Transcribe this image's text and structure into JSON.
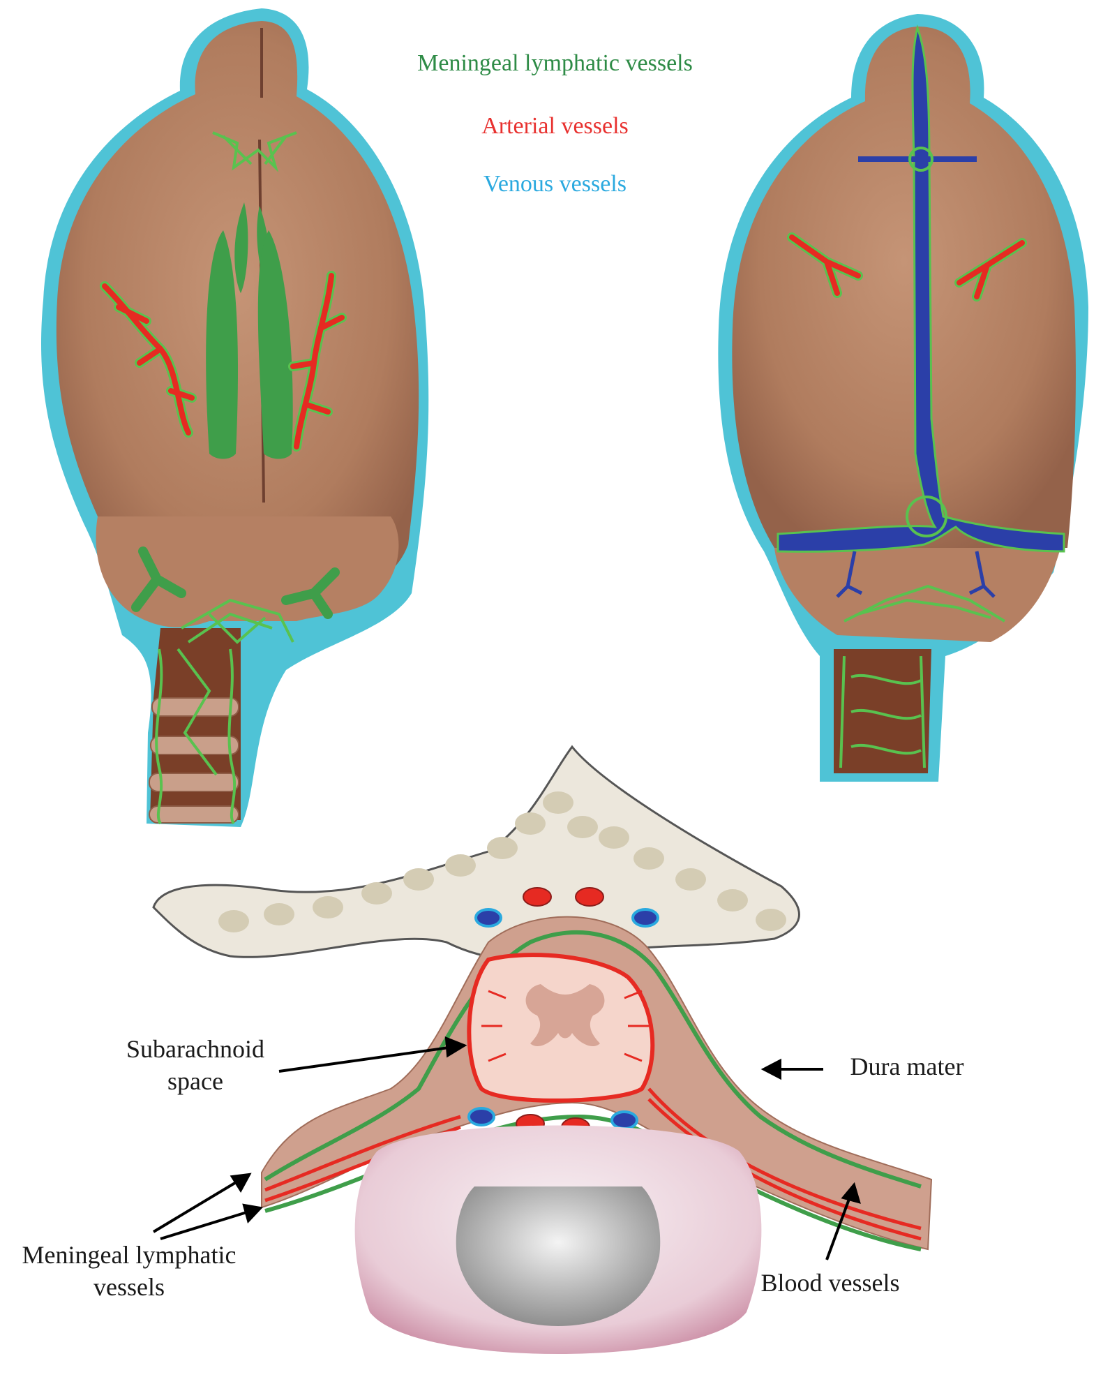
{
  "legend": {
    "lymphatic": {
      "text": "Meningeal lymphatic vessels",
      "color": "#2e8b46"
    },
    "arterial": {
      "text": "Arterial vessels",
      "color": "#e8312f"
    },
    "venous": {
      "text": "Venous vessels",
      "color": "#2aa9df"
    }
  },
  "annotations": {
    "subarachnoid": {
      "line1": "Subarachnoid",
      "line2": "space"
    },
    "dura": "Dura mater",
    "meningeal": {
      "line1": "Meningeal lymphatic",
      "line2": "vessels"
    },
    "blood": "Blood vessels"
  },
  "colors": {
    "brain": "#b88466",
    "brain_dark": "#9a6a52",
    "meninges_outline": "#4fc3d6",
    "lymph_green": "#3f9e4a",
    "lymph_light": "#59c24f",
    "artery_red": "#e62a22",
    "vein_blue": "#2b3fa8",
    "spinal_cord": "#7a3f28",
    "bone": "#ece7dc",
    "bone_spot": "#d4ccb4",
    "vertebral_body": "#e3b8c6"
  }
}
